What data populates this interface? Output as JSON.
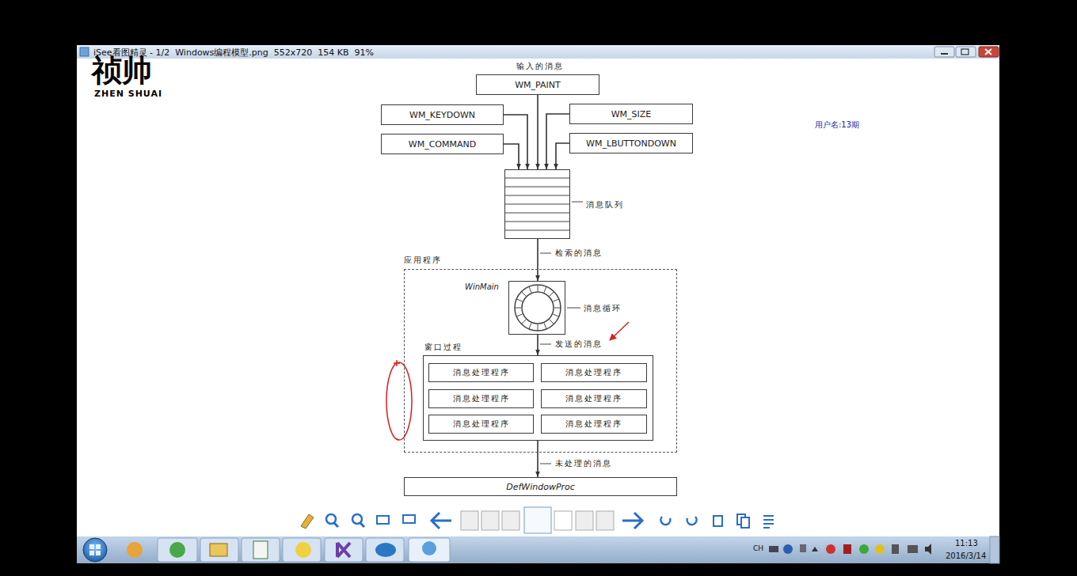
{
  "diagram": {
    "nodes": [
      {
        "text": [
          "WM_PAINT"
        ]
      },
      {
        "text": [
          "WM_KEYDOWN"
        ]
      },
      {
        "text": [
          "WM_SIZE"
        ]
      },
      {
        "text": [
          "WM_COMMAND"
        ]
      },
      {
        "text": [
          "WM_LBUTTONDOWN"
        ]
      },
      {
        "text": [
          "消息队列"
        ]
      },
      {
        "text": [
          "应用程序"
        ]
      },
      {
        "text": [
          "WinMain",
          "消息循环"
        ],
        "in": 6
      },
      {
        "text": [
          "窗口过程"
        ],
        "in": 6
      },
      {
        "text": [
          "消息处理程序"
        ],
        "in": 8
      },
      {
        "text": [
          "消息处理程序"
        ],
        "in": 8
      },
      {
        "text": [
          "消息处理程序"
        ],
        "in": 8
      },
      {
        "text": [
          "消息处理程序"
        ],
        "in": 8
      },
      {
        "text": [
          "消息处理程序"
        ],
        "in": 8
      },
      {
        "text": [
          "消息处理程序"
        ],
        "in": 8
      },
      {
        "text": [
          "DefWindowProc"
        ]
      }
    ],
    "edges": [
      {
        "from": 0,
        "to": 5,
        "arrow": "to"
      },
      {
        "from": 1,
        "to": 5,
        "arrow": "to"
      },
      {
        "from": 2,
        "to": 5,
        "arrow": "to"
      },
      {
        "from": 3,
        "to": 5,
        "arrow": "to"
      },
      {
        "from": 4,
        "to": 5,
        "arrow": "to"
      },
      {
        "from": 5,
        "to": 7,
        "label": "检索的消息",
        "arrow": "to"
      },
      {
        "from": 7,
        "to": 8,
        "label": "发送的消息",
        "arrow": "to"
      },
      {
        "from": 8,
        "to": 15,
        "label": "未处理的消息",
        "arrow": "to"
      }
    ],
    "labels": [
      "输入的消息",
      "iSee看图精灵 - 1/2  Windows编程模型.png  552x720  154 KB  91%",
      "祯帅",
      "ZHEN SHUAI",
      "用户名:13期",
      "CH",
      "11:13",
      "2016/3/14"
    ]
  }
}
